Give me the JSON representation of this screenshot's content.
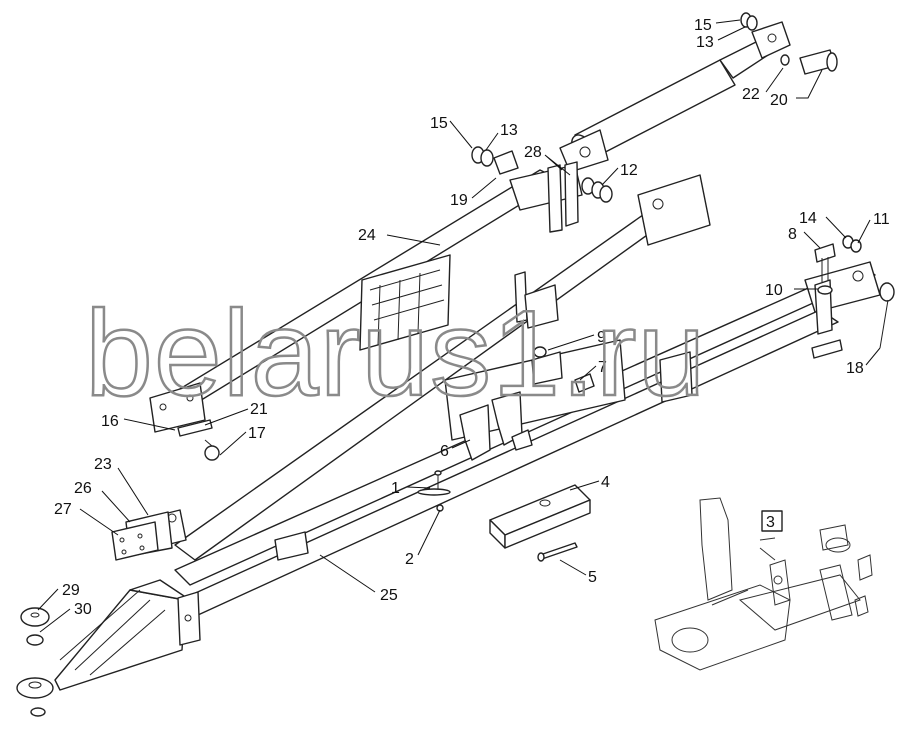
{
  "watermark": "belarus1.ru",
  "inset_label": "3",
  "callouts": [
    {
      "id": "1",
      "label": "1"
    },
    {
      "id": "2",
      "label": "2"
    },
    {
      "id": "4",
      "label": "4"
    },
    {
      "id": "5",
      "label": "5"
    },
    {
      "id": "6",
      "label": "6"
    },
    {
      "id": "7",
      "label": "7"
    },
    {
      "id": "8",
      "label": "8"
    },
    {
      "id": "9",
      "label": "9"
    },
    {
      "id": "10",
      "label": "10"
    },
    {
      "id": "11",
      "label": "11"
    },
    {
      "id": "12",
      "label": "12"
    },
    {
      "id": "13a",
      "label": "13"
    },
    {
      "id": "13b",
      "label": "13"
    },
    {
      "id": "14",
      "label": "14"
    },
    {
      "id": "15a",
      "label": "15"
    },
    {
      "id": "15b",
      "label": "15"
    },
    {
      "id": "16",
      "label": "16"
    },
    {
      "id": "17",
      "label": "17"
    },
    {
      "id": "18",
      "label": "18"
    },
    {
      "id": "19",
      "label": "19"
    },
    {
      "id": "20",
      "label": "20"
    },
    {
      "id": "21",
      "label": "21"
    },
    {
      "id": "22",
      "label": "22"
    },
    {
      "id": "23",
      "label": "23"
    },
    {
      "id": "24",
      "label": "24"
    },
    {
      "id": "25",
      "label": "25"
    },
    {
      "id": "26",
      "label": "26"
    },
    {
      "id": "27",
      "label": "27"
    },
    {
      "id": "28",
      "label": "28"
    },
    {
      "id": "29",
      "label": "29"
    },
    {
      "id": "30",
      "label": "30"
    }
  ]
}
